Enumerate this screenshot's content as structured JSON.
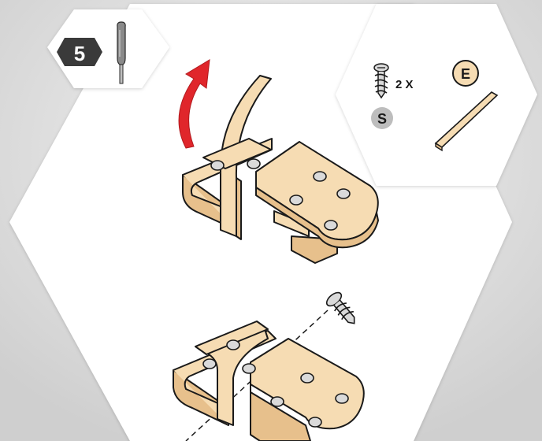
{
  "step": {
    "number": "5",
    "tool_icon": "screwdriver-icon"
  },
  "parts_panel": {
    "screw": {
      "icon": "screw-icon",
      "quantity": "2 X",
      "label": "S"
    },
    "part": {
      "icon": "wood-strip-icon",
      "label": "E"
    }
  },
  "illustrations": {
    "top": "fold-strap-over-assembly",
    "bottom": "screw-strap-to-assembly",
    "arrow": "rotate-arrow-icon"
  },
  "colors": {
    "wood": "#f6dcb3",
    "wood_dark": "#e7c08c",
    "outline": "#1a1a1a",
    "arrow": "#e0262b",
    "badge": "#3a3a3a",
    "label_circle_s": "#bdbdbd",
    "label_circle_e": "#f6dcb3",
    "panel": "#ffffff",
    "background": "#dcdcdc"
  }
}
